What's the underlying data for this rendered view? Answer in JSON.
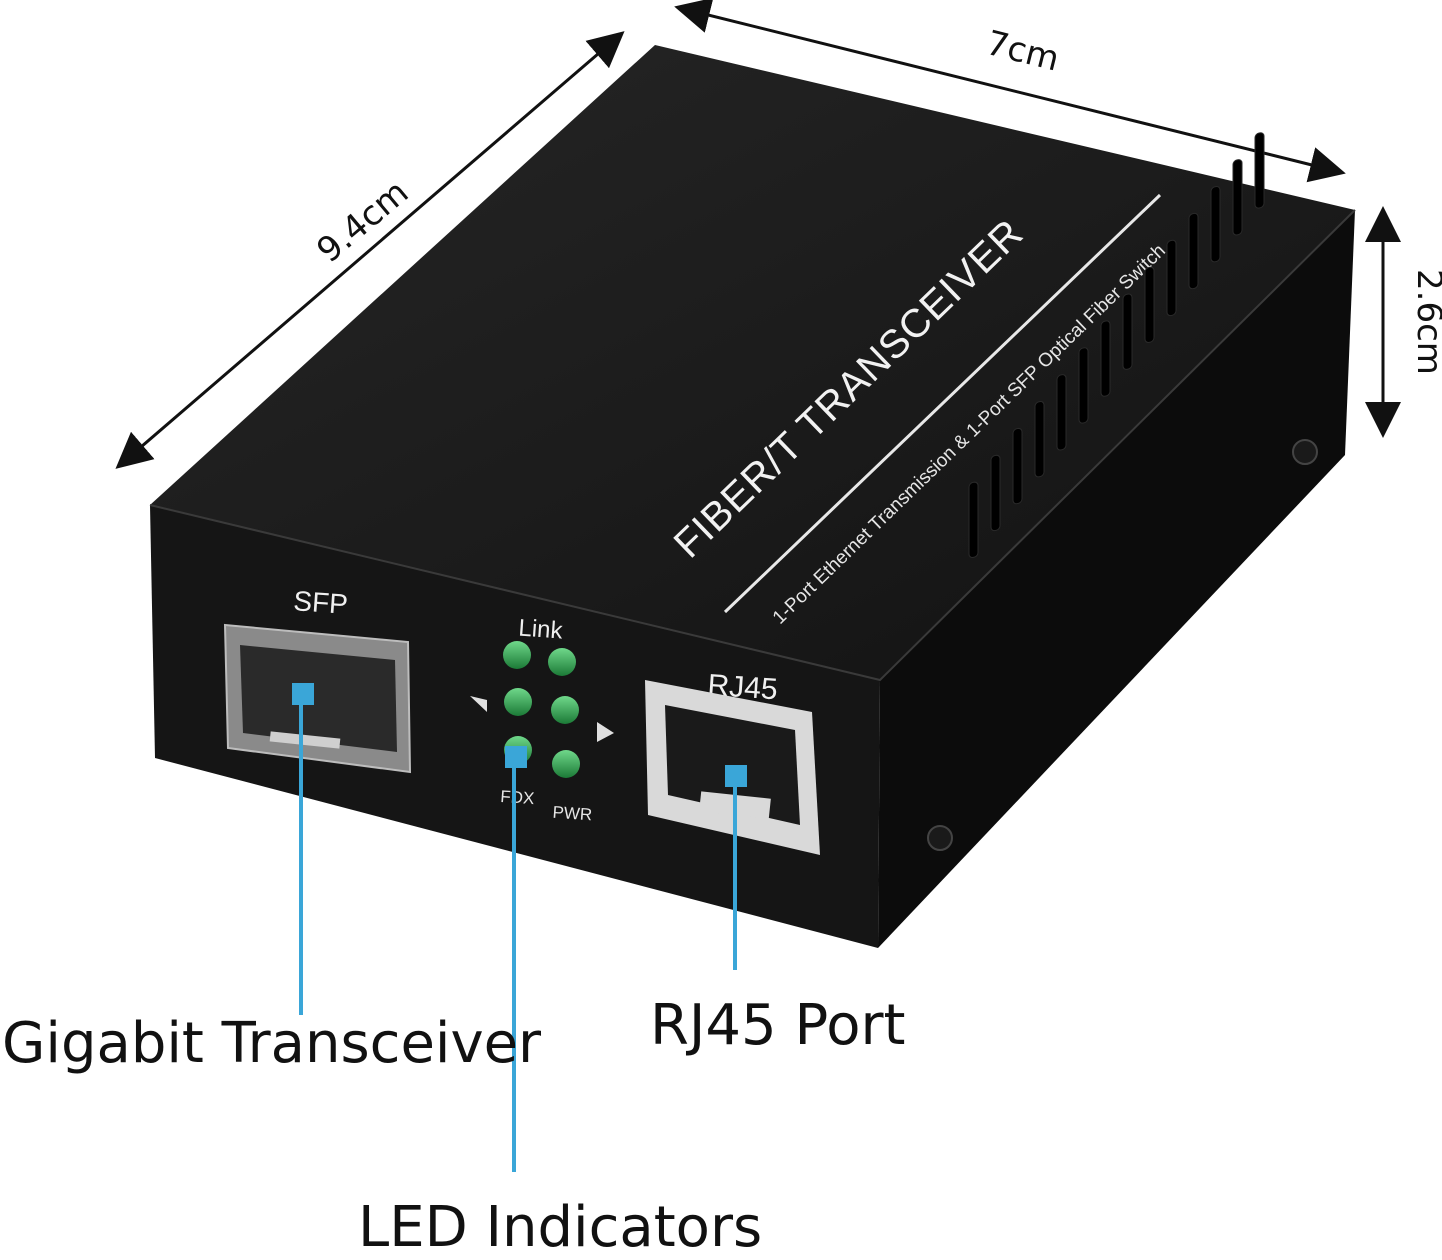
{
  "dimensions": {
    "length": "9.4cm",
    "width": "7cm",
    "height": "2.6cm"
  },
  "device": {
    "brand_title": "FIBER/T TRANSCEIVER",
    "subtitle": "1-Port Ethernet Transmission & 1-Port SFP Optical Fiber Switch",
    "sfp_label": "SFP",
    "led_top_label": "Link",
    "led_left_label": "FDX",
    "led_right_label": "PWR",
    "rj45_label": "RJ45"
  },
  "callouts": {
    "sfp": "Gigabit Transceiver",
    "leds": "LED Indicators",
    "rj45": "RJ45 Port"
  },
  "colors": {
    "body": "#151515",
    "led": "#2fa84a",
    "callout_line": "#3aa6d8",
    "text": "#111111"
  },
  "icons": [
    "arrow-left-icon",
    "arrow-right-icon"
  ]
}
